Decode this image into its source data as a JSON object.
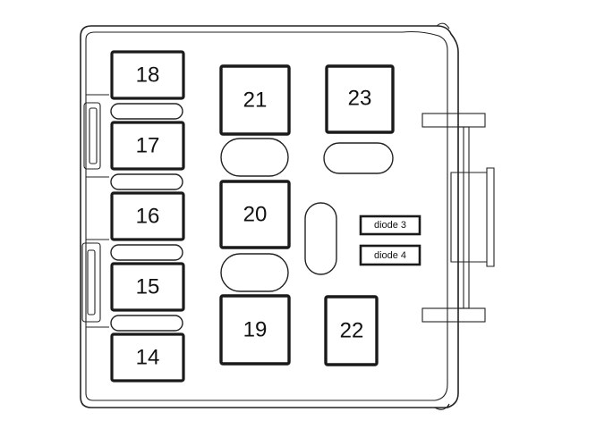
{
  "diagram": {
    "title": "Fuse box layout",
    "fuses": [
      "18",
      "17",
      "16",
      "15",
      "14"
    ],
    "relays": {
      "r21": "21",
      "r23": "23",
      "r20": "20",
      "r19": "19",
      "r22": "22"
    },
    "diodes": {
      "d3": "diode 3",
      "d4": "diode 4"
    }
  }
}
